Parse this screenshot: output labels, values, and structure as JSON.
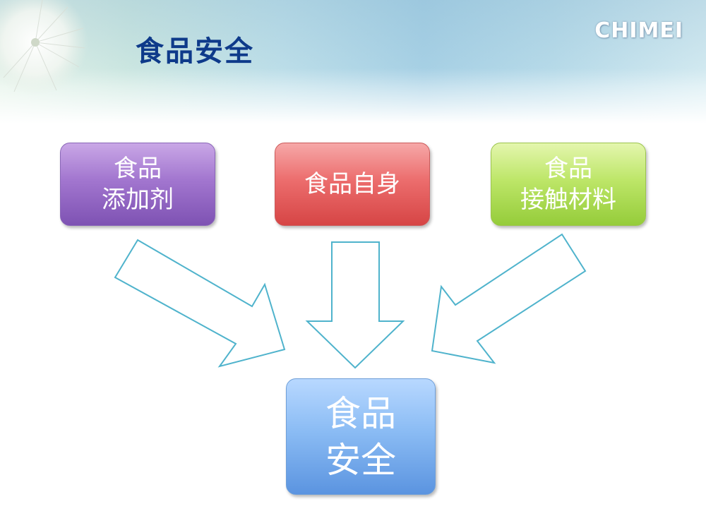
{
  "slide": {
    "title": "食品安全",
    "logo": "CHIMEI"
  },
  "diagram": {
    "sources": [
      {
        "line1": "食品",
        "line2": "添加剂"
      },
      {
        "line1": "食品自身"
      },
      {
        "line1": "食品",
        "line2": "接触材料"
      }
    ],
    "target": {
      "line1": "食品",
      "line2": "安全"
    }
  },
  "colors": {
    "title": "#0e3a8a",
    "arrow_outline": "#4fb3cc",
    "additives": "#a276cf",
    "self": "#ec6d6d",
    "contact": "#bde668",
    "safety": "#8bbcf4"
  },
  "icons": {
    "corner_decoration": "dandelion-icon"
  }
}
